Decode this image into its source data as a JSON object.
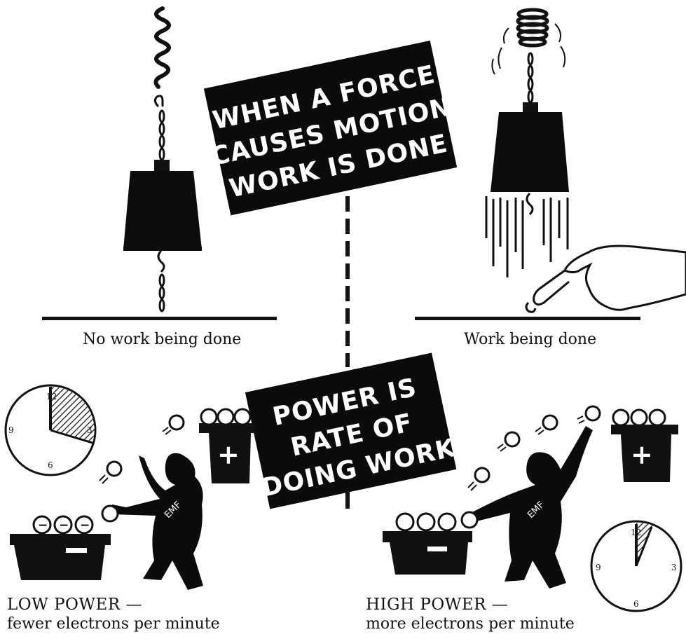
{
  "work_sign": {
    "lines": [
      "WHEN A FORCE",
      "CAUSES MOTION",
      "WORK IS DONE"
    ]
  },
  "power_sign": {
    "lines": [
      "POWER IS",
      "RATE OF",
      "DOING WORK"
    ]
  },
  "captions": {
    "no_work": "No work being done",
    "work": "Work being done"
  },
  "low_power": {
    "title": "LOW POWER —",
    "subtitle": "fewer electrons per minute",
    "figure_label": "EMF"
  },
  "high_power": {
    "title": "HIGH POWER —",
    "subtitle": "more electrons per minute",
    "figure_label": "EMF"
  },
  "clock_numerals": {
    "twelve": "12",
    "three": "3",
    "six": "6",
    "nine": "9"
  },
  "symbols": {
    "electron": "−",
    "plus": "+",
    "minus": "−"
  }
}
